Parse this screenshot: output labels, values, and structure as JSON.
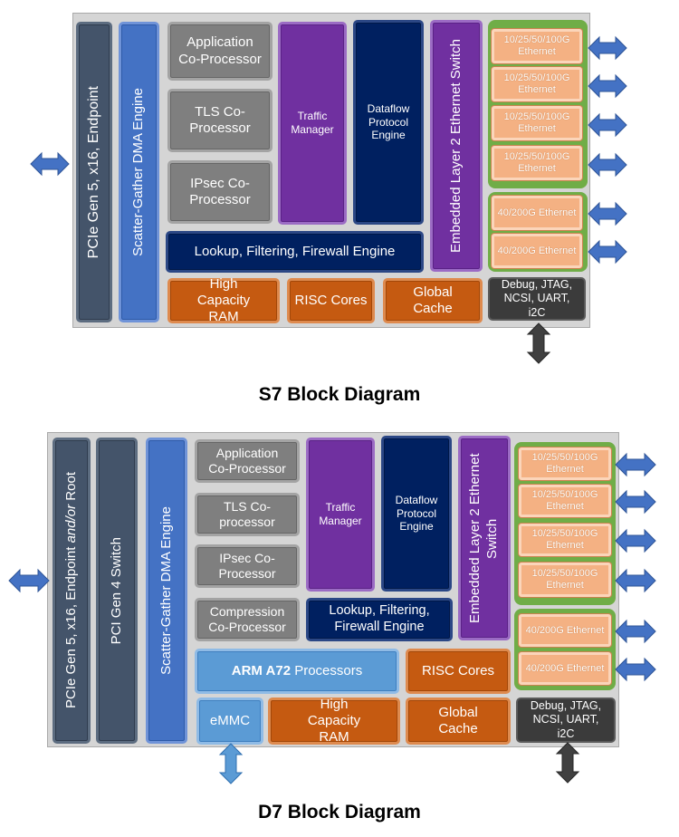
{
  "colors": {
    "panel": "#d5d5d5",
    "pcie": "#44546a",
    "dma": "#4472c4",
    "coprocessor": "#7f7f7f",
    "traffic_manager": "#7030a0",
    "dataflow": "#002060",
    "memory_cores": "#c55a11",
    "ethernet_port": "#f4b183",
    "ethernet_group": "#70ad47",
    "arm": "#5b9bd5",
    "debug": "#3b3b3b",
    "arrow_blue": "#4472c4",
    "arrow_dark": "#404040"
  },
  "icons": {
    "io_arrow": "double-headed-arrow"
  },
  "s7": {
    "title": "S7 Block Diagram",
    "pcie": "PCIe Gen 5, x16, Endpoint",
    "dma": "Scatter-Gather DMA Engine",
    "app_coproc": "Application Co-Processor",
    "tls_coproc": "TLS Co-Processor",
    "ipsec_coproc": "IPsec Co-Processor",
    "traffic_manager": "Traffic Manager",
    "dataflow": "Dataflow Protocol Engine",
    "l2_switch": "Embedded Layer 2 Ethernet Switch",
    "lookup": "Lookup, Filtering, Firewall Engine",
    "ram": "High Capacity RAM",
    "risc": "RISC Cores",
    "cache": "Global Cache",
    "debug": "Debug, JTAG, NCSI, UART, i2C",
    "eth_100g": [
      "10/25/50/100G Ethernet",
      "10/25/50/100G Ethernet",
      "10/25/50/100G Ethernet",
      "10/25/50/100G Ethernet"
    ],
    "eth_200g": [
      "40/200G Ethernet",
      "40/200G Ethernet"
    ]
  },
  "d7": {
    "title": "D7 Block Diagram",
    "pcie_main": "PCIe Gen 5, x16, Endpoint ",
    "pcie_italic": "and/or",
    "pcie_end": " Root",
    "pci_switch": "PCI Gen 4 Switch",
    "dma": "Scatter-Gather DMA Engine",
    "app_coproc": "Application Co-Processor",
    "tls_coproc": "TLS Co-processor",
    "ipsec_coproc": "IPsec Co-Processor",
    "compression_coproc": "Compression Co-Processor",
    "traffic_manager": "Traffic Manager",
    "dataflow": "Dataflow Protocol Engine",
    "l2_switch": "Embedded Layer 2 Ethernet Switch",
    "lookup": "Lookup, Filtering, Firewall Engine",
    "arm_bold": "ARM A72",
    "arm_rest": " Processors",
    "risc": "RISC Cores",
    "emmc": "eMMC",
    "ram": "High Capacity RAM",
    "cache": "Global Cache",
    "debug": "Debug, JTAG, NCSI, UART, i2C",
    "eth_100g": [
      "10/25/50/100G Ethernet",
      "10/25/50/100G Ethernet",
      "10/25/50/100G Ethernet",
      "10/25/50/100G Ethernet"
    ],
    "eth_200g": [
      "40/200G Ethernet",
      "40/200G Ethernet"
    ]
  }
}
